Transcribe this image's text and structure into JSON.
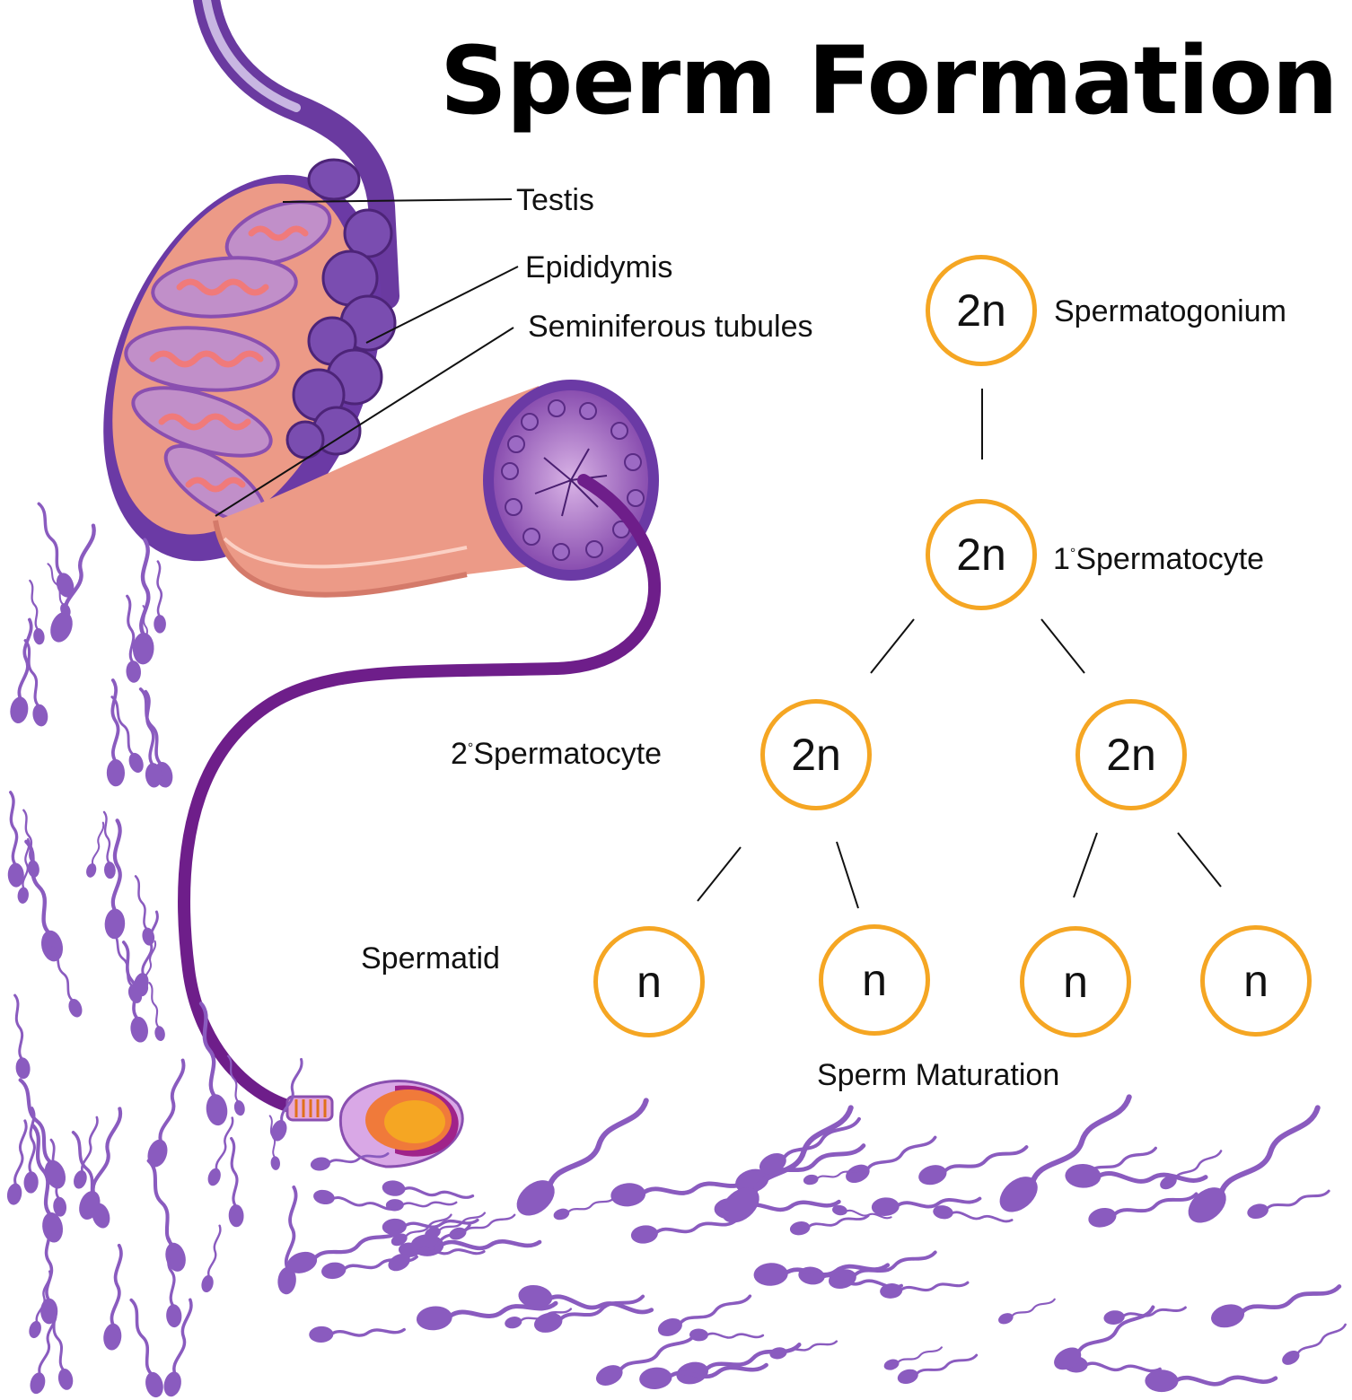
{
  "title": "Sperm Formation",
  "anatomy_labels": {
    "testis": "Testis",
    "epididymis": "Epididymis",
    "seminiferous_tubules": "Seminiferous tubules"
  },
  "stages": {
    "spermatogonium": {
      "label": "Spermatogonium",
      "ploidy": "2n"
    },
    "primary_spermatocyte": {
      "prefix": "1",
      "degree": "°",
      "label": "Spermatocyte",
      "ploidy": "2n"
    },
    "secondary_spermatocyte": {
      "prefix": "2",
      "degree": "°",
      "label": "Spermatocyte",
      "ploidy": [
        "2n",
        "2n"
      ]
    },
    "spermatid": {
      "label": "Spermatid",
      "ploidy": [
        "n",
        "n",
        "n",
        "n"
      ]
    },
    "maturation": {
      "label": "Sperm Maturation"
    }
  },
  "colors": {
    "cell_border": "#f5a623",
    "purple": "#8a5bbf",
    "dark_purple": "#6b2a8a",
    "salmon": "#ec9a87"
  }
}
